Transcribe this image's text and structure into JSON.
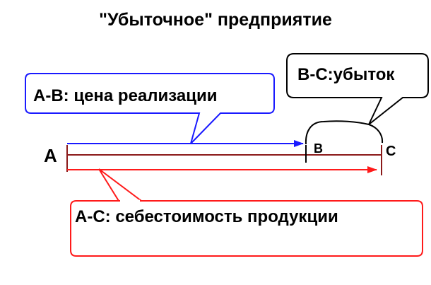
{
  "title": "\"Убыточное\" предприятие",
  "callouts": {
    "ab": {
      "text": "A-B: цена реализации",
      "color": "#1a1aff"
    },
    "bc": {
      "text": "B-C:убыток",
      "color": "#000000"
    },
    "ac": {
      "text": "A-C: себестоимость  продукции",
      "color": "#ff1a1a"
    }
  },
  "points": {
    "a": "A",
    "b": "B",
    "c": "C"
  },
  "colors": {
    "blue_line": "#1a1aff",
    "dark_red_line": "#8b1a1a",
    "red_line": "#ff1a1a"
  }
}
